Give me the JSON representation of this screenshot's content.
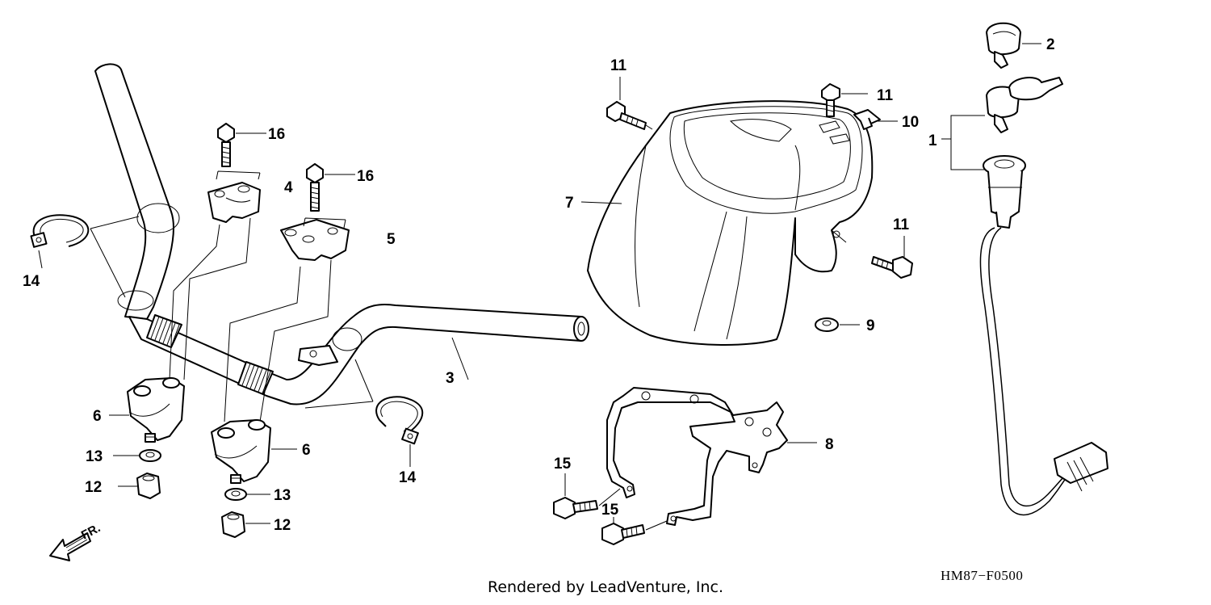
{
  "diagram_code": "HM87−F0500",
  "footer": "Rendered by LeadVenture, Inc.",
  "direction_label": "FR.",
  "callouts": {
    "c1": "1",
    "c2": "2",
    "c3": "3",
    "c4": "4",
    "c5": "5",
    "c6a": "6",
    "c6b": "6",
    "c7": "7",
    "c8": "8",
    "c9": "9",
    "c10": "10",
    "c11a": "11",
    "c11b": "11",
    "c11c": "11",
    "c12a": "12",
    "c12b": "12",
    "c13a": "13",
    "c13b": "13",
    "c14a": "14",
    "c14b": "14",
    "c15a": "15",
    "c15b": "15",
    "c16a": "16",
    "c16b": "16"
  }
}
